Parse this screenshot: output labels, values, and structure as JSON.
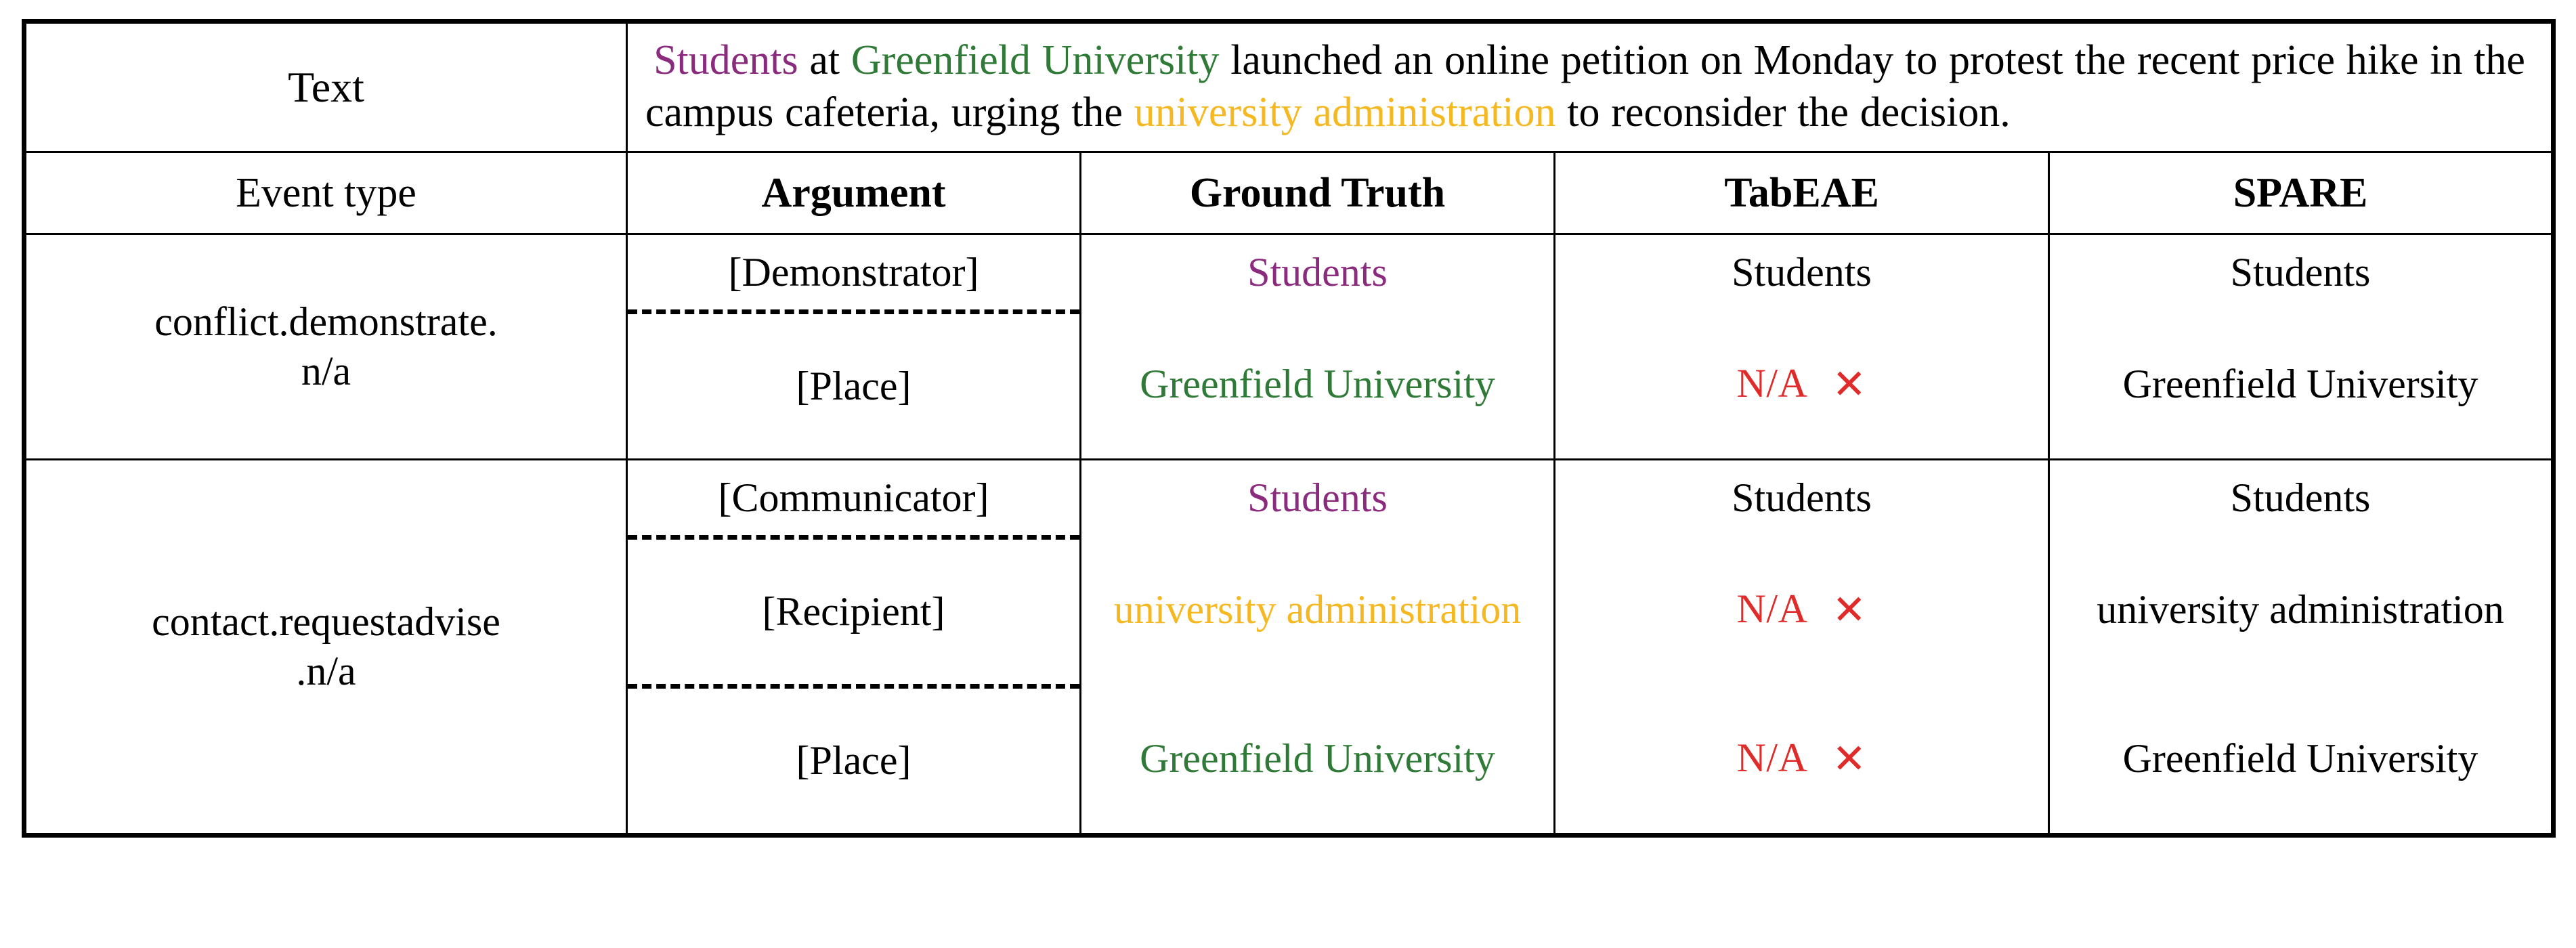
{
  "table": {
    "text_row": {
      "label": "Text",
      "segments": [
        {
          "t": "Students",
          "color": "purple"
        },
        {
          "t": " at ",
          "color": "black"
        },
        {
          "t": "Greenfield University",
          "color": "green"
        },
        {
          "t": " launched an online petition on Monday to protest the recent price hike in the campus cafeteria, urging the ",
          "color": "black"
        },
        {
          "t": "university administration",
          "color": "yellow"
        },
        {
          "t": " to reconsider the decision.",
          "color": "black"
        }
      ],
      "full_text": "Students at Greenfield University launched an online petition on Monday to protest the recent price hike in the campus cafeteria, urging the university administration to reconsider the decision."
    },
    "headers": {
      "event_type": "Event type",
      "argument": "Argument",
      "ground_truth": "Ground Truth",
      "tabeae": "TabEAE",
      "spare": "SPARE"
    },
    "groups": [
      {
        "event_type": "conflict.demonstrate.\nn/a",
        "event_type_line1": "conflict.demonstrate.",
        "event_type_line2": "n/a",
        "rows": [
          {
            "argument": "[Demonstrator]",
            "ground_truth": "Students",
            "ground_truth_color": "purple",
            "tabeae": "Students",
            "tabeae_na": false,
            "spare": "Students"
          },
          {
            "argument": "[Place]",
            "ground_truth": "Greenfield University",
            "ground_truth_color": "green",
            "tabeae": "N/A",
            "tabeae_na": true,
            "spare": "Greenfield University"
          }
        ]
      },
      {
        "event_type": "contact.requestadvise\n.n/a",
        "event_type_line1": "contact.requestadvise",
        "event_type_line2": ".n/a",
        "rows": [
          {
            "argument": "[Communicator]",
            "ground_truth": "Students",
            "ground_truth_color": "purple",
            "tabeae": "Students",
            "tabeae_na": false,
            "spare": "Students"
          },
          {
            "argument": "[Recipient]",
            "ground_truth": "university administration",
            "ground_truth_color": "yellow",
            "tabeae": "N/A",
            "tabeae_na": true,
            "spare": "university administration"
          },
          {
            "argument": "[Place]",
            "ground_truth": "Greenfield University",
            "ground_truth_color": "green",
            "tabeae": "N/A",
            "tabeae_na": true,
            "spare": "Greenfield University"
          }
        ]
      }
    ],
    "symbols": {
      "incorrect_mark": "✕"
    },
    "colors": {
      "purple": "#8B2B7E",
      "green": "#2F7A36",
      "yellow": "#F6B820",
      "red": "#E02B2B",
      "black": "#000000",
      "border": "#000000",
      "background": "#FFFFFF"
    }
  }
}
